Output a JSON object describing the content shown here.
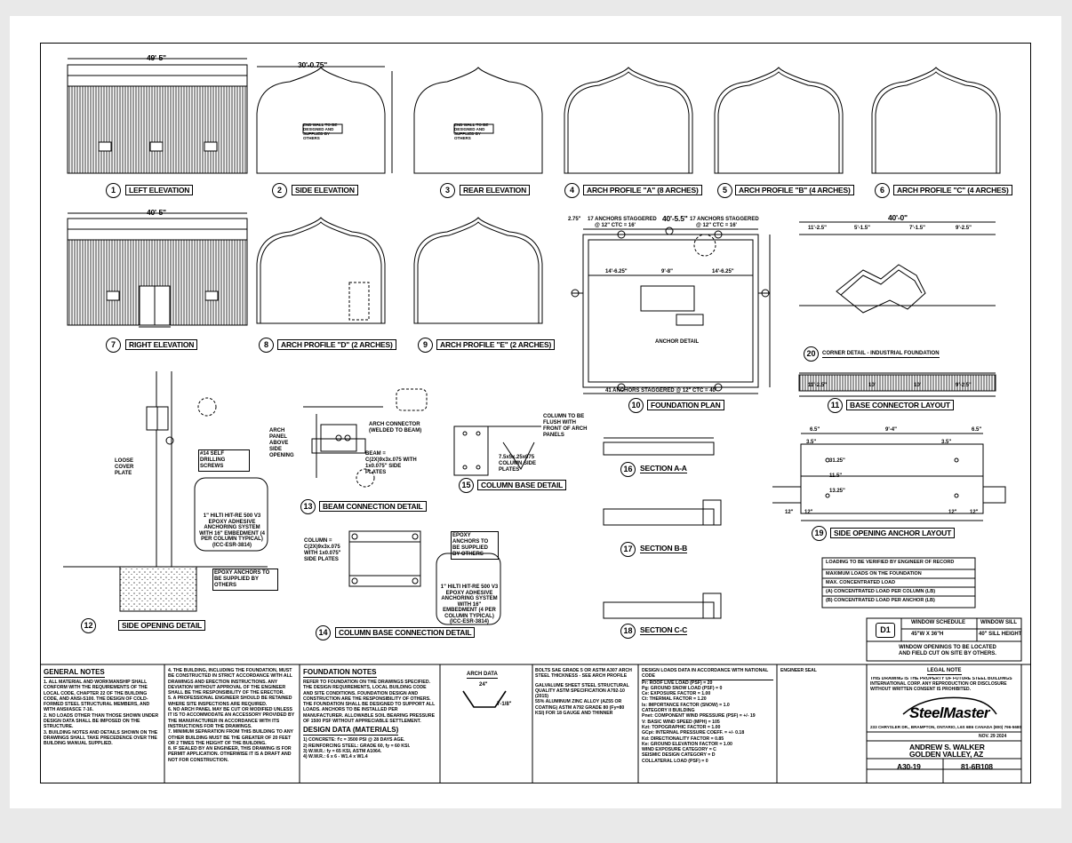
{
  "views": {
    "v1": {
      "num": "1",
      "title": "LEFT ELEVATION",
      "dim": "49'-5\""
    },
    "v2": {
      "num": "2",
      "title": "SIDE ELEVATION",
      "dim": "30'-0.75\""
    },
    "v3": {
      "num": "3",
      "title": "REAR ELEVATION"
    },
    "v4": {
      "num": "4",
      "title": "ARCH PROFILE \"A\" (8 ARCHES)"
    },
    "v5": {
      "num": "5",
      "title": "ARCH PROFILE \"B\" (4 ARCHES)"
    },
    "v6": {
      "num": "6",
      "title": "ARCH PROFILE \"C\" (4 ARCHES)"
    },
    "v7": {
      "num": "7",
      "title": "RIGHT ELEVATION",
      "dim": "40'-5\""
    },
    "v8": {
      "num": "8",
      "title": "ARCH PROFILE \"D\" (2 ARCHES)"
    },
    "v9": {
      "num": "9",
      "title": "ARCH PROFILE \"E\" (2 ARCHES)"
    },
    "v10": {
      "num": "10",
      "title": "FOUNDATION PLAN",
      "dim": "40'-5.5\""
    },
    "v11": {
      "num": "11",
      "title": "BASE CONNECTOR LAYOUT",
      "dim": "40'-0\""
    },
    "v12": {
      "num": "12",
      "title": "SIDE OPENING DETAIL"
    },
    "v13": {
      "num": "13",
      "title": "BEAM CONNECTION DETAIL"
    },
    "v14": {
      "num": "14",
      "title": "COLUMN BASE CONNECTION DETAIL"
    },
    "v15": {
      "num": "15",
      "title": "COLUMN BASE DETAIL"
    },
    "v16": {
      "num": "16",
      "title": "SECTION A-A"
    },
    "v17": {
      "num": "17",
      "title": "SECTION B-B"
    },
    "v18": {
      "num": "18",
      "title": "SECTION C-C"
    },
    "v19": {
      "num": "19",
      "title": "SIDE OPENING ANCHOR LAYOUT"
    },
    "v20": {
      "num": "20",
      "title": "CORNER DETAIL - INDUSTRIAL FOUNDATION"
    }
  },
  "foundation": {
    "anchors_top_left": "17 ANCHORS STAGGERED",
    "anchors_top_left_2": "@ 12\" CTC = 16'",
    "anchors_top_right": "17 ANCHORS STAGGERED",
    "anchors_top_right_2": "@ 12\" CTC = 16'",
    "anchors_bottom": "41 ANCHORS STAGGERED @ 12\" CTC = 40'",
    "d_left": "14'-6.25\"",
    "d_mid": "9'-8\"",
    "d_right": "14'-6.25\"",
    "edge": "2.75\"",
    "anchor_detail": "ANCHOR DETAIL"
  },
  "base_connector": {
    "d1": "11'-2.5\"",
    "d2": "5'-1.5\"",
    "d3": "7'-1.5\"",
    "d4": "9'-2.5\"",
    "b1": "11'-2.5\"",
    "b2": "10'",
    "b3": "10'",
    "b4": "9'-2.5\""
  },
  "side_anchor": {
    "w": "9'-4\"",
    "d1": "6.5\"",
    "d2": "6.5\"",
    "d3": "3.5\"",
    "d4": "3.5\"",
    "a": "31.25\"",
    "b": "11.5\"",
    "c": "13.25\"",
    "e1": "12\"",
    "e2": "12\"",
    "e3": "12\"",
    "e4": "12\""
  },
  "callouts": {
    "loose_cover": "LOOSE COVER PLATE",
    "self_drill": "#14 SELF DRILLING SCREWS",
    "hilti_1": "1\" HILTI HIT-RE 500 V3 EPOXY ADHESIVE ANCHORING SYSTEM WITH 16\" EMBEDMENT (4 PER COLUMN TYPICAL) (ICC-ESR-3814)",
    "hilti_2": "1\" HILTI HIT-RE 500 V3 EPOXY ADHESIVE ANCHORING SYSTEM WITH 16\" EMBEDMENT (4 PER COLUMN TYPICAL) (ICC-ESR-3814)",
    "epoxy_by_others": "EPOXY ANCHORS TO BE SUPPLIED BY OTHERS",
    "epoxy_by_others_2": "EPOXY ANCHORS TO BE SUPPLIED BY OTHERS",
    "beam": "BEAM = C(2X)9x3x.075 WITH 1x0.075\" SIDE PLATES",
    "arch_conn": "ARCH CONNECTOR (WELDED TO BEAM)",
    "arch_panel": "ARCH PANEL ABOVE SIDE OPENING",
    "column": "COLUMN = C(2X)9x3x.075 WITH 1x0.075\" SIDE PLATES",
    "col_flush": "COLUMN TO BE FLUSH WITH FRONT OF ARCH PANELS",
    "col_plates": "7.5x5x.25x075 COLUMN SIDE PLATES",
    "end_wall": "END WALL TO BE DESIGNED AND SUPPLIED BY OTHERS",
    "end_wall_2": "END WALL TO BE DESIGNED AND SUPPLIED BY OTHERS"
  },
  "window_schedule": {
    "tag": "D1",
    "h1": "WINDOW SCHEDULE",
    "h2": "WINDOW SILL",
    "v1": "45\"W X 36\"H",
    "v2": "40\" SILL HEIGHT",
    "note": "WINDOW OPENINGS TO BE LOCATED AND FIELD CUT ON SITE BY OTHERS."
  },
  "general_notes": {
    "title": "GENERAL NOTES",
    "n1": "1. ALL MATERIAL AND WORKMANSHIP SHALL CONFORM WITH THE REQUIREMENTS OF THE LOCAL CODE, CHAPTER 22 OF THE BUILDING CODE, AND ANSI-S100. THE DESIGN OF COLD-FORMED STEEL STRUCTURAL MEMBERS, AND WITH ANSI/ASCE 7-16.",
    "n2": "2. NO LOADS OTHER THAN THOSE SHOWN UNDER DESIGN DATA SHALL BE IMPOSED ON THE STRUCTURE.",
    "n3": "3. BUILDING NOTES AND DETAILS SHOWN ON THE DRAWINGS SHALL TAKE PRECEDENCE OVER THE BUILDING MANUAL SUPPLIED."
  },
  "notes_2": {
    "n4": "4. THE BUILDING, INCLUDING THE FOUNDATION, MUST BE CONSTRUCTED IN STRICT ACCORDANCE WITH ALL DRAWINGS AND ERECTION INSTRUCTIONS. ANY DEVIATION WITHOUT APPROVAL OF THE ENGINEER SHALL BE THE RESPONSIBILITY OF THE ERECTOR.",
    "n5": "5. A PROFESSIONAL ENGINEER SHOULD BE RETAINED WHERE SITE INSPECTIONS ARE REQUIRED.",
    "n6": "6. NO ARCH PANEL MAY BE CUT OR MODIFIED UNLESS IT IS TO ACCOMMODATE AN ACCESSORY PROVIDED BY THE MANUFACTURER IN ACCORDANCE WITH ITS INSTRUCTIONS FOR THE DRAWINGS.",
    "n7": "7. MINIMUM SEPARATION FROM THIS BUILDING TO ANY OTHER BUILDING MUST BE THE GREATER OF 20 FEET OR 2 TIMES THE HEIGHT OF THE BUILDING.",
    "n8": "8. IF SEALED BY AN ENGINEER, THIS DRAWING IS FOR PERMIT APPLICATION. OTHERWISE IT IS A DRAFT AND NOT FOR CONSTRUCTION."
  },
  "foundation_notes": {
    "title": "FOUNDATION NOTES",
    "text": "REFER TO FOUNDATION ON THE DRAWINGS SPECIFIED. THE DESIGN REQUIREMENTS, LOCAL BUILDING CODE AND SITE CONDITIONS. FOUNDATION DESIGN AND CONSTRUCTION ARE THE RESPONSIBILITY OF OTHERS. THE FOUNDATION SHALL BE DESIGNED TO SUPPORT ALL LOADS. ANCHORS TO BE INSTALLED PER MANUFACTURER. ALLOWABLE SOIL BEARING PRESSURE OF 1500 PSF WITHOUT APPRECIABLE SETTLEMENT.",
    "design_title": "DESIGN DATA (MATERIALS)",
    "d1": "1) CONCRETE: f'c = 3500 PSI @ 28 DAYS AGE.",
    "d2": "2) REINFORCING STEEL: GRADE 60, fy = 60 KSI.",
    "d3": "3) W.W.R.: fy = 65 KSI, ASTM A1064.",
    "d4": "4) W.W.R.: 6 x 6 - W1.4 x W1.4"
  },
  "arch_data": {
    "title": "ARCH DATA",
    "w": "24\"",
    "d": "7-1/8\""
  },
  "steel_notes": {
    "text": "BOLTS SAE GRADE 5 OR ASTM A307 ARCH STEEL THICKNESS - SEE ARCH PROFILE",
    "galv": "GALVALUME SHEET STEEL STRUCTURAL QUALITY ASTM SPECIFICATION A792-10 (2015)",
    "galv2": "55% ALUMINUM ZINC ALLOY (AZ55 OR COATING) ASTM A792 GRADE 80 (Fy=80 KSI) FOR 18 GAUGE AND THINNER"
  },
  "design_loads": {
    "title": "DESIGN LOADS DATA IN ACCORDANCE WITH NATIONAL CODE",
    "l1": "Pr: ROOF LIVE LOAD (PSF) = 20",
    "l2": "Pg: GROUND SNOW LOAD (PSF) = 0",
    "l3": "Ce: EXPOSURE FACTOR = 1.00",
    "l4": "Ct: THERMAL FACTOR = 1.20",
    "l5": "Is: IMPORTANCE FACTOR (SNOW) = 1.0",
    "l6": "CATEGORY II BUILDING",
    "l7": "Pnet: COMPONENT WIND PRESSURE (PSF) = +/- 19",
    "l8": "V: BASIC WIND SPEED (MPH) = 105",
    "l9": "Kzt: TOPOGRAPHIC FACTOR = 1.00",
    "l10": "GCpi: INTERNAL PRESSURE COEFF. = +/- 0.18",
    "l11": "Kd: DIRECTIONALITY FACTOR = 0.85",
    "l12": "Ke: GROUND ELEVATION FACTOR = 1.00",
    "l13": "WIND EXPOSURE CATEGORY = C",
    "l14": "SEISMIC DESIGN CATEGORY = D",
    "l15": "COLLATERAL LOAD (PSF) = 0"
  },
  "legal": {
    "title": "LEGAL NOTE",
    "text": "THIS DRAWING IS THE PROPERTY OF FUTURE STEEL BUILDINGS INTERNATIONAL CORP. ANY REPRODUCTION OR DISCLOSURE WITHOUT WRITTEN CONSENT IS PROHIBITED."
  },
  "title_block": {
    "brand": "SteelMaster",
    "address": "233 CHRYSLER DR., BRAMPTON, ONTARIO, L6S 6B6 CANADA (800) 796-5680",
    "customer": "ANDREW S. WALKER",
    "location": "GOLDEN VALLEY, AZ",
    "model": "A30-19",
    "drawing_no": "81-6B108",
    "date": "NOV. 29 2024",
    "engineer_seal": "ENGINEER SEAL"
  },
  "anchor_table": {
    "title": "LOADING TO BE VERIFIED BY ENGINEER OF RECORD",
    "r1": "MAXIMUM LOADS ON THE FOUNDATION",
    "r2": "MAX. CONCENTRATED LOAD",
    "r3": "(A) CONCENTRATED LOAD PER COLUMN (LB)",
    "r4": "(B) CONCENTRATED LOAD PER ANCHOR (LB)"
  },
  "colors": {
    "line": "#000000",
    "paper": "#ffffff",
    "background": "#e9e9e9"
  }
}
